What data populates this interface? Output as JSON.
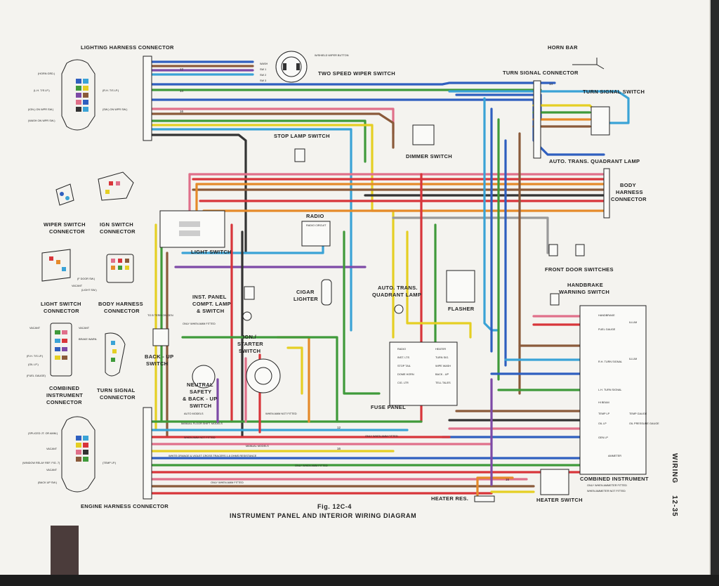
{
  "figure": {
    "number": "Fig. 12C-4",
    "title": "INSTRUMENT PANEL AND INTERIOR WIRING DIAGRAM",
    "section": "WIRING",
    "page": "12-35"
  },
  "connectors_left": {
    "lighting_harness": "LIGHTING HARNESS CONNECTOR",
    "wiper_switch": [
      "WIPER SWITCH",
      "CONNECTOR"
    ],
    "ign_switch": [
      "IGN SWITCH",
      "CONNECTOR"
    ],
    "light_switch": [
      "LIGHT SWITCH",
      "CONNECTOR"
    ],
    "body_harness": [
      "BODY HARNESS",
      "CONNECTOR"
    ],
    "combined_instrument": [
      "COMBINED",
      "INSTRUMENT",
      "CONNECTOR"
    ],
    "turn_signal": [
      "TURN SIGNAL",
      "CONNECTOR"
    ],
    "engine_harness": "ENGINE HARNESS CONNECTOR"
  },
  "lighting_pins": [
    "(HORN GRD.)",
    "(L.H. T/S LP.)",
    "(IGN.) ON WPR SW.)",
    "(WASH ON WPR SW.)",
    "(R.H. T/S LP.)",
    "(SW.) ON WPR SW.)"
  ],
  "engine_pins": [
    "(SPLICED JT. OR AMM.)",
    "VACANT",
    "(WINDOW RELAY REF. FIG. 7)",
    "VACANT",
    "(BACK UP SW.)",
    "(TEMP LP.)"
  ],
  "combined_pins": [
    "VACANT",
    "BRAKE WARN.",
    "(R.H. T/S LP.)",
    "(OIL LP.)",
    "(FUEL GAUGE)",
    "VACANT"
  ],
  "light_pins": [
    "(F DOOR SW.)",
    "VACANT",
    "(LIGHT SW.)"
  ],
  "components": {
    "two_speed_wiper": "TWO SPEED WIPER SWITCH",
    "wiper_terms": [
      "WASH",
      "SW 1",
      "SW 2",
      "SW 3"
    ],
    "wiper_note": "W/SHIELD WIPER BUTTON",
    "horn_bar": "HORN BAR",
    "turn_signal_connector": "TURN SIGNAL CONNECTOR",
    "turn_signal_switch": "TURN SIGNAL SWITCH",
    "stop_lamp_switch": "STOP LAMP SWITCH",
    "dimmer_switch": "DIMMER SWITCH",
    "auto_trans_quadrant_lamp_top": "AUTO. TRANS. QUADRANT LAMP",
    "body_harness_connector": [
      "BODY",
      "HARNESS",
      "CONNECTOR"
    ],
    "radio": "RADIO",
    "radio_inner": "RADIO CIRCUIT",
    "light_switch": "LIGHT SWITCH",
    "front_door_switches": "FRONT DOOR SWITCHES",
    "handbrake": [
      "HANDBRAKE",
      "WARNING SWITCH"
    ],
    "inst_panel_lamp": [
      "INST. PANEL",
      "COMPT. LAMP",
      "& SWITCH"
    ],
    "cigar_lighter": [
      "CIGAR",
      "LIGHTER"
    ],
    "auto_trans_quadrant_lamp_mid": [
      "AUTO. TRANS.",
      "QUADRANT LAMP"
    ],
    "flasher": "FLASHER",
    "ign_starter": [
      "IGN./",
      "STARTER",
      "SWITCH"
    ],
    "back_up_switch": [
      "BACK - UP",
      "SWITCH"
    ],
    "neutral_safety": [
      "NEUTRAL",
      "SAFETY",
      "& BACK - UP",
      "SWITCH"
    ],
    "fuse_panel": "FUSE PANEL",
    "heater_res": "HEATER RES.",
    "heater_switch": "HEATER SWITCH",
    "combined_instrument": "COMBINED INSTRUMENT"
  },
  "fuse_rows": [
    [
      "RADIO",
      "HEATER"
    ],
    [
      "INST. LTS",
      "TURN SIG."
    ],
    [
      "STOP TAIL",
      "WIPE WASH"
    ],
    [
      "DOME HORN",
      "BACK - UP"
    ],
    [
      "CIG. LTR",
      "TELL TALES"
    ]
  ],
  "instrument_rows": [
    "HANDBRAKE",
    "FUEL GAUGE",
    "ILLUM",
    "R.H. TURN SIGNAL",
    "ILLUM",
    "L.H. TURN SIGNAL",
    "HI BEAM",
    "TEMP LP",
    "TEMP GAUGE",
    "OIL LP",
    "OIL PRESSURE GAUGE",
    "GEN LP",
    "AMMETER"
  ],
  "instrument_legend": [
    "ONLY WHEN AMMETER FITTED",
    "WHEN AMMETER NOT FITTED"
  ],
  "wire_notes": {
    "only_amm": "ONLY WHEN AMM FITTED",
    "amm_not": "WHEN AMM NOT FITTED",
    "manual_models": "MANUAL MODELS",
    "auto_models": "AUTO MODELS",
    "manual_floor": "MANUAL FLOOR SHIFT MODELS",
    "resistance": "WHITE ORANGE & VIOLET CROSS TRACERS 1.8 OHMS RESISTANCE",
    "to_temp": "TO B TERM ON GEN"
  },
  "gauge_numbers": [
    "12",
    "16",
    "14",
    "12",
    "16",
    "14",
    "16"
  ],
  "colors": {
    "page": "#f4f3ef",
    "blue": "#2f5fbf",
    "lightblue": "#3aa3d6",
    "red": "#d8353a",
    "pink": "#e0708a",
    "green": "#3f9a3a",
    "yellow": "#e5cf23",
    "orange": "#e58a2a",
    "brown": "#8a5a3a",
    "violet": "#7d4aa6",
    "black": "#333333",
    "grey": "#9a9a9a",
    "white": "#ffffff"
  }
}
